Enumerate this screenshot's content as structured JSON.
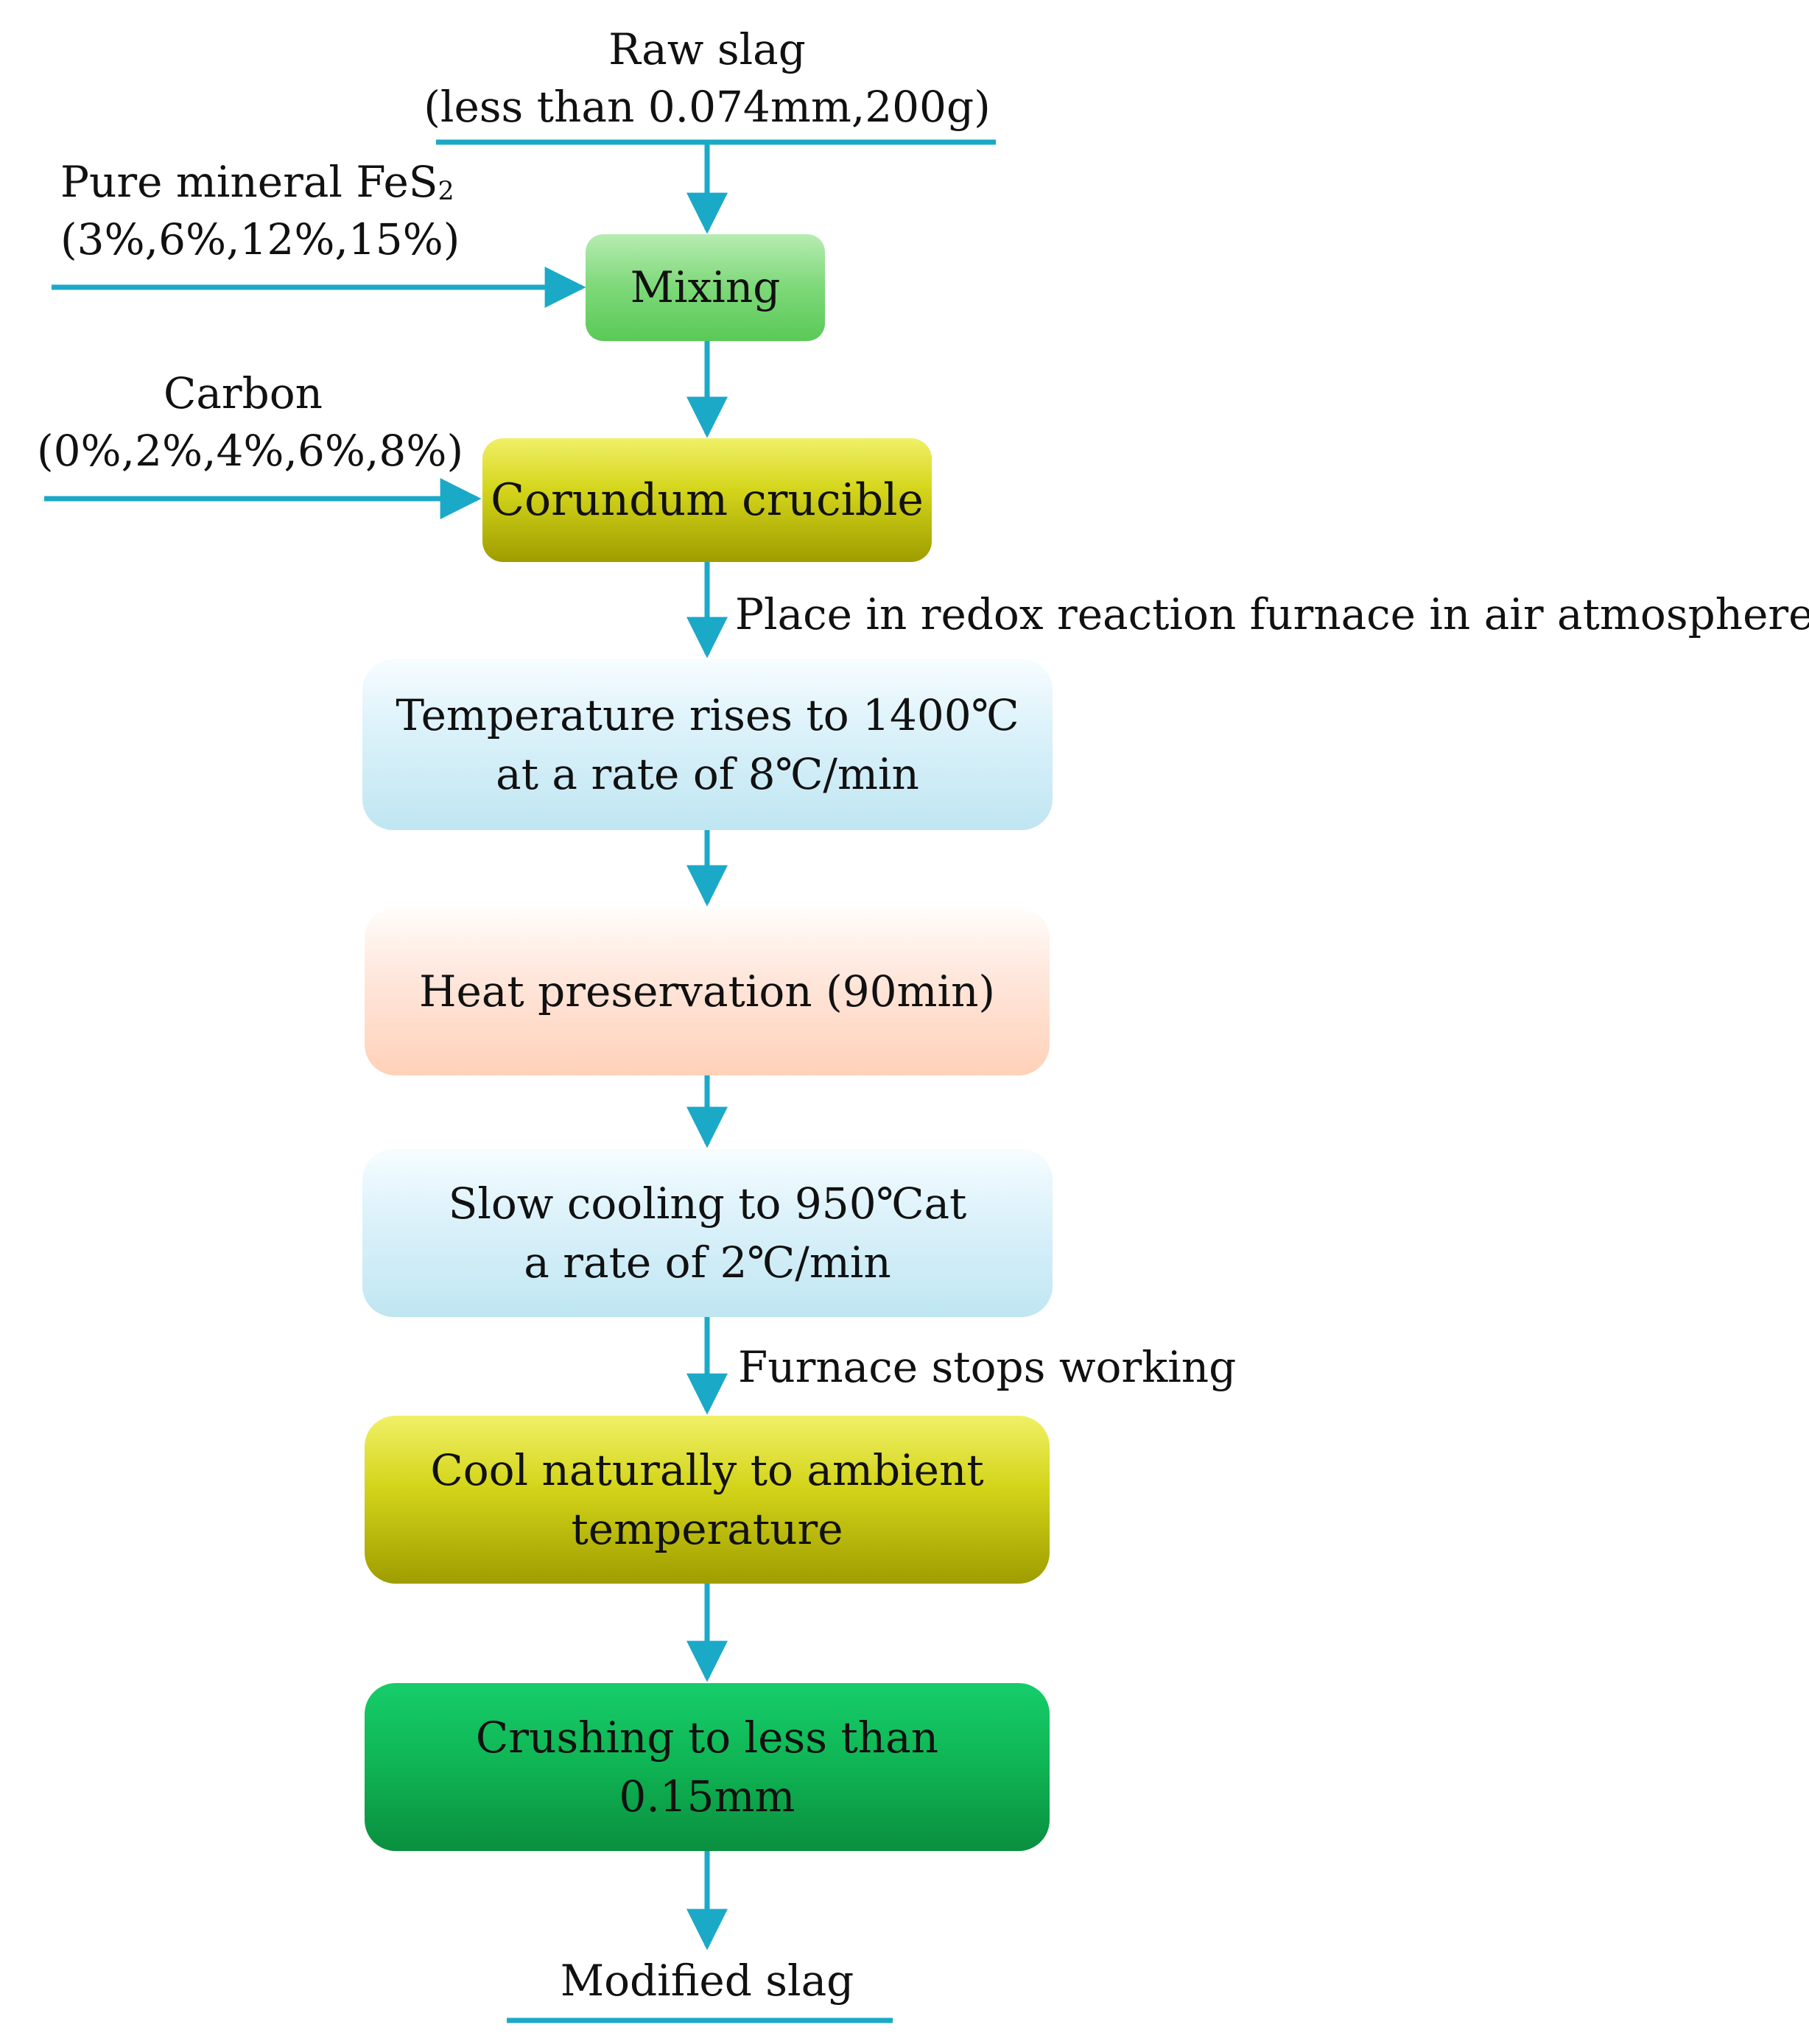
{
  "colors": {
    "connector": "#1ba9c8",
    "mixing": "#76d66f",
    "corundum": "#d4d51a",
    "heating": "#d5f0f8",
    "preservation": "#ffd9c5",
    "natural_cooling": "#cfd013",
    "crushing": "#10b85a"
  },
  "inputs": {
    "raw_slag": {
      "line1": "Raw slag",
      "line2": "(less than 0.074mm,200g)"
    },
    "fes2": {
      "line1_text": "Pure mineral FeS",
      "line1_subscript": "2",
      "line2": "(3%,6%,12%,15%)"
    },
    "carbon": {
      "line1": "Carbon",
      "line2": "(0%,2%,4%,6%,8%)"
    }
  },
  "steps": {
    "mixing": "Mixing",
    "corundum": "Corundum crucible",
    "heating": {
      "line1": "Temperature rises to 1400℃",
      "line2": "at a rate of 8℃/min"
    },
    "preservation": "Heat preservation (90min)",
    "slow_cooling": {
      "line1": "Slow cooling to 950℃at",
      "line2": "a rate of 2℃/min"
    },
    "natural_cooling": {
      "line1": "Cool naturally to ambient",
      "line2": "temperature"
    },
    "crushing": {
      "line1": "Crushing to less than",
      "line2": "0.15mm"
    }
  },
  "annotations": {
    "place_in_furnace": "Place in redox reaction furnace in air atmosphere",
    "furnace_stops": "Furnace stops working"
  },
  "output": {
    "modified_slag": "Modified slag"
  }
}
